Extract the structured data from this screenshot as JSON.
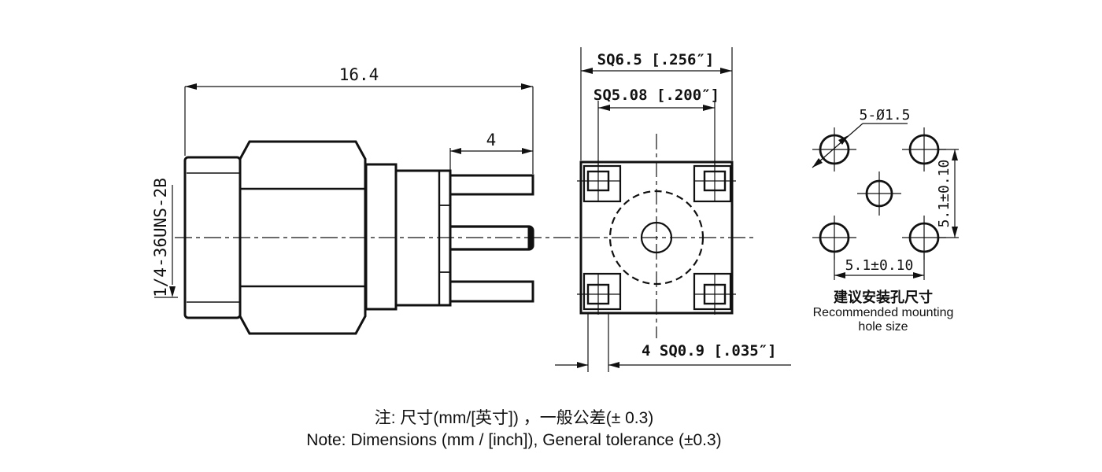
{
  "drawing": {
    "side_view": {
      "overall_length": "16.4",
      "pin_length": "4",
      "thread_callout": "1/4-36UNS-2B"
    },
    "front_view": {
      "outer_square": "SQ6.5 [.256″]",
      "pin_pitch_square": "SQ5.08 [.200″]",
      "pin_size": "4 SQ0.9 [.035″]"
    },
    "mounting_view": {
      "hole_callout": "5-Ø1.5",
      "vertical_pitch": "5.1±0.10",
      "horizontal_pitch": "5.1±0.10",
      "caption_zh": "建议安装孔尺寸",
      "caption_en_line1": "Recommended mounting",
      "caption_en_line2": "hole size"
    },
    "notes": {
      "line1_zh": "注: 尺寸(mm/[英寸]) ，一般公差(± 0.3)",
      "line2_en": "Note: Dimensions (mm / [inch]), General tolerance (±0.3)"
    },
    "colors": {
      "line": "#111111",
      "background": "#ffffff"
    }
  }
}
